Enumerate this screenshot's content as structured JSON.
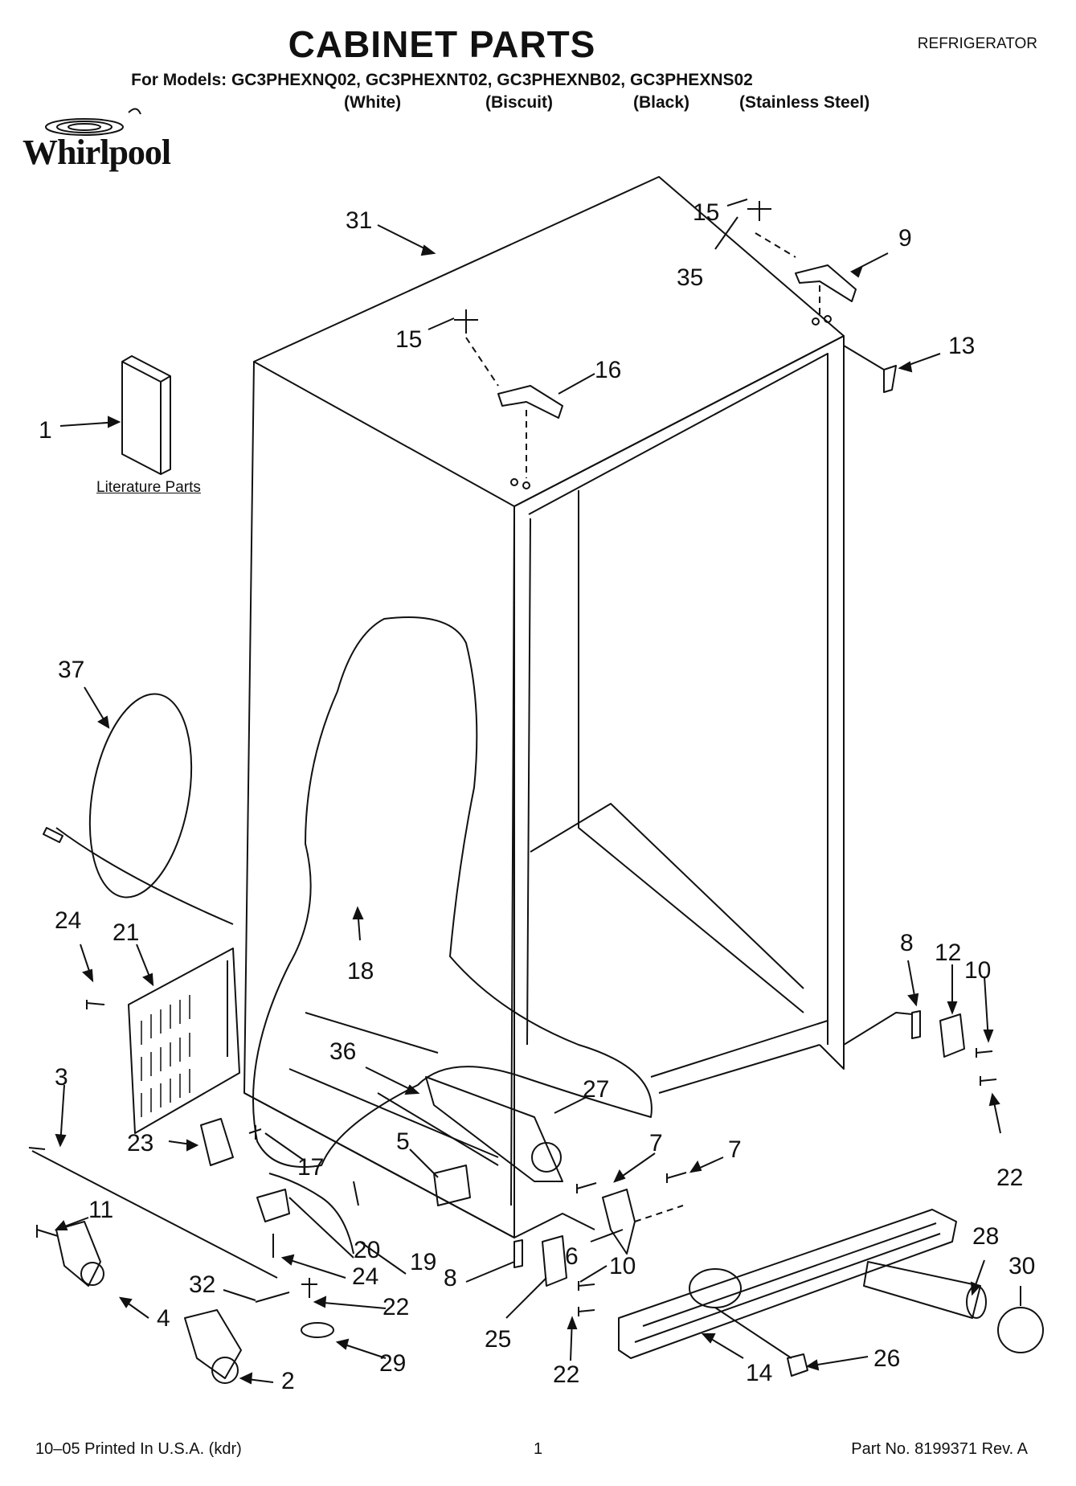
{
  "header": {
    "title": "CABINET PARTS",
    "appliance": "REFRIGERATOR",
    "models_line": "For Models: GC3PHEXNQ02, GC3PHEXNT02, GC3PHEXNB02, GC3PHEXNS02",
    "colors": [
      "(White)",
      "(Biscuit)",
      "(Black)",
      "(Stainless Steel)"
    ],
    "brand": "Whirlpool"
  },
  "diagram": {
    "literature_caption": "Literature Parts",
    "callouts": [
      {
        "id": "c31",
        "text": "31"
      },
      {
        "id": "c15a",
        "text": "15"
      },
      {
        "id": "c9",
        "text": "9"
      },
      {
        "id": "c35",
        "text": "35"
      },
      {
        "id": "c15b",
        "text": "15"
      },
      {
        "id": "c16",
        "text": "16"
      },
      {
        "id": "c13",
        "text": "13"
      },
      {
        "id": "c1",
        "text": "1"
      },
      {
        "id": "c37",
        "text": "37"
      },
      {
        "id": "c24a",
        "text": "24"
      },
      {
        "id": "c21",
        "text": "21"
      },
      {
        "id": "c18",
        "text": "18"
      },
      {
        "id": "c8a",
        "text": "8"
      },
      {
        "id": "c12",
        "text": "12"
      },
      {
        "id": "c10a",
        "text": "10"
      },
      {
        "id": "c22a",
        "text": "22"
      },
      {
        "id": "c3",
        "text": "3"
      },
      {
        "id": "c36",
        "text": "36"
      },
      {
        "id": "c27",
        "text": "27"
      },
      {
        "id": "c23",
        "text": "23"
      },
      {
        "id": "c17",
        "text": "17"
      },
      {
        "id": "c5",
        "text": "5"
      },
      {
        "id": "c7a",
        "text": "7"
      },
      {
        "id": "c7b",
        "text": "7"
      },
      {
        "id": "c11",
        "text": "11"
      },
      {
        "id": "c20",
        "text": "20"
      },
      {
        "id": "c19",
        "text": "19"
      },
      {
        "id": "c24b",
        "text": "24"
      },
      {
        "id": "c8b",
        "text": "8"
      },
      {
        "id": "c6",
        "text": "6"
      },
      {
        "id": "c10b",
        "text": "10"
      },
      {
        "id": "c28",
        "text": "28"
      },
      {
        "id": "c30",
        "text": "30"
      },
      {
        "id": "c32",
        "text": "32"
      },
      {
        "id": "c22b",
        "text": "22"
      },
      {
        "id": "c4",
        "text": "4"
      },
      {
        "id": "c29",
        "text": "29"
      },
      {
        "id": "c25",
        "text": "25"
      },
      {
        "id": "c22c",
        "text": "22"
      },
      {
        "id": "c26",
        "text": "26"
      },
      {
        "id": "c14",
        "text": "14"
      },
      {
        "id": "c2",
        "text": "2"
      }
    ]
  },
  "footer": {
    "left": "10–05 Printed In U.S.A. (kdr)",
    "center": "1",
    "right": "Part No. 8199371 Rev. A"
  }
}
